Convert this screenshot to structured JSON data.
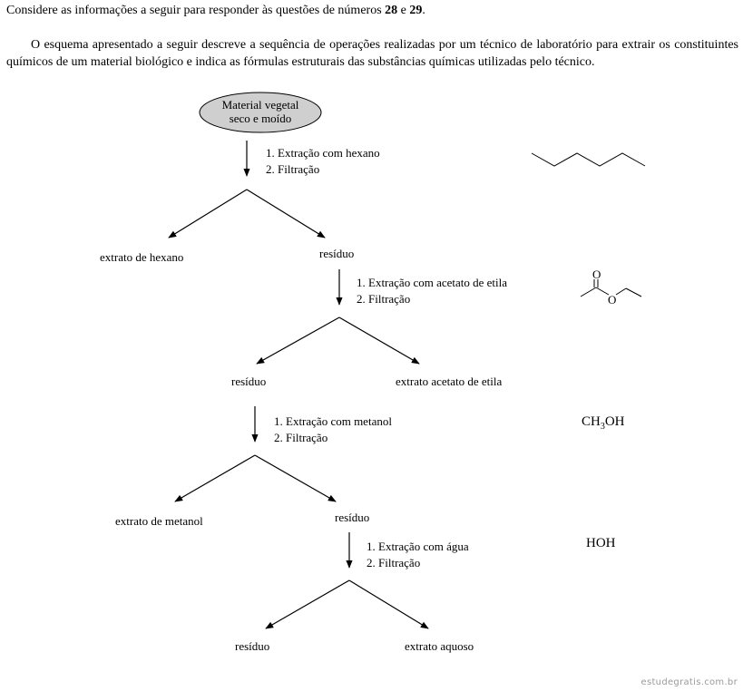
{
  "intro": {
    "prefix": "Considere as informações a seguir para responder às questões de números ",
    "num1": "28",
    "mid": " e ",
    "num2": "29",
    "suffix": "."
  },
  "paragraph": "O esquema apresentado a seguir descreve a sequência de operações realizadas por um técnico de laboratório para extrair os constituintes químicos de um material biológico e indica as fórmulas estruturais das substâncias químicas utilizadas pelo técnico.",
  "start_node": {
    "line1": "Material vegetal",
    "line2": "seco e moído"
  },
  "steps": [
    {
      "extract": "1. Extração com hexano",
      "filter": "2. Filtração",
      "left": "extrato de hexano",
      "right": "resíduo"
    },
    {
      "extract": "1. Extração com acetato de etila",
      "filter": "2. Filtração",
      "left": "resíduo",
      "right": "extrato acetato de etila"
    },
    {
      "extract": "1. Extração com metanol",
      "filter": "2. Filtração",
      "left": "extrato de metanol",
      "right": "resíduo"
    },
    {
      "extract": "1. Extração com água",
      "filter": "2. Filtração",
      "left": "resíduo",
      "right": "extrato aquoso"
    }
  ],
  "formulas": {
    "ethyl_acetate_oxygen": "O",
    "ethyl_acetate_oxygen2": "O",
    "methanol_a": "CH",
    "methanol_sub": "3",
    "methanol_b": "OH",
    "water": "HOH"
  },
  "watermark": "estudegratis.com.br"
}
